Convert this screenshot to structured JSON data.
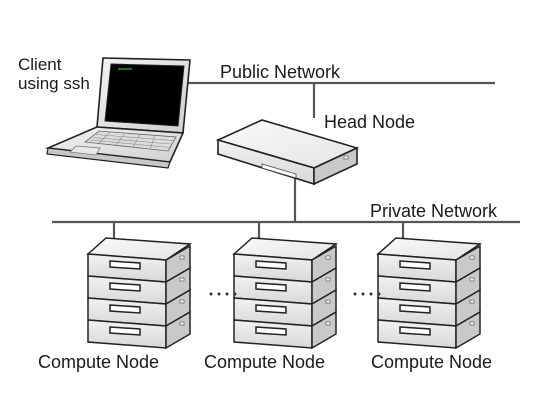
{
  "labels": {
    "client_line1": "Client",
    "client_line2": "using ssh",
    "public_network": "Public Network",
    "head_node": "Head Node",
    "private_network": "Private Network",
    "compute_nodes": [
      "Compute Node",
      "Compute Node",
      "Compute Node"
    ]
  },
  "ellipsis": "· · · ·",
  "colors": {
    "line": "#555555",
    "server_face": "#e9e9e9",
    "server_top": "#f7f7f7",
    "server_side": "#c9c9c9",
    "outline": "#222222",
    "screen": "#000000"
  }
}
